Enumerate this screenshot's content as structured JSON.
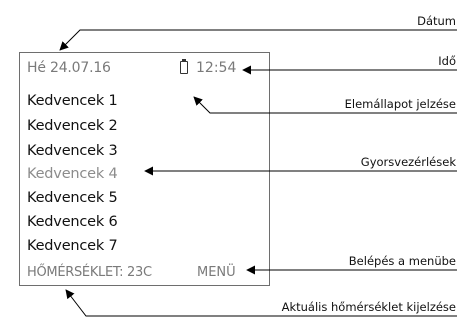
{
  "screen": {
    "date": "Hé 24.07.16",
    "time": "12:54",
    "favorites": [
      "Kedvencek 1",
      "Kedvencek 2",
      "Kedvencek 3",
      "Kedvencek 4",
      "Kedvencek 5",
      "Kedvencek 6",
      "Kedvencek 7"
    ],
    "temperature": "HŐMÉRSÉKLET: 23C",
    "menu": "MENÜ"
  },
  "callouts": {
    "date": "Dátum",
    "time": "Idő",
    "battery": "Elemállapot jelzése",
    "quick_controls": "Gyorsvezérlések",
    "menu_entry": "Belépés a menübe",
    "temperature_display": "Aktuális hőmérséklet kijelzése"
  },
  "colors": {
    "text_primary": "#111111",
    "text_secondary": "#7a7a7a",
    "text_highlight_dim": "#8c8c8c",
    "line": "#000000"
  }
}
